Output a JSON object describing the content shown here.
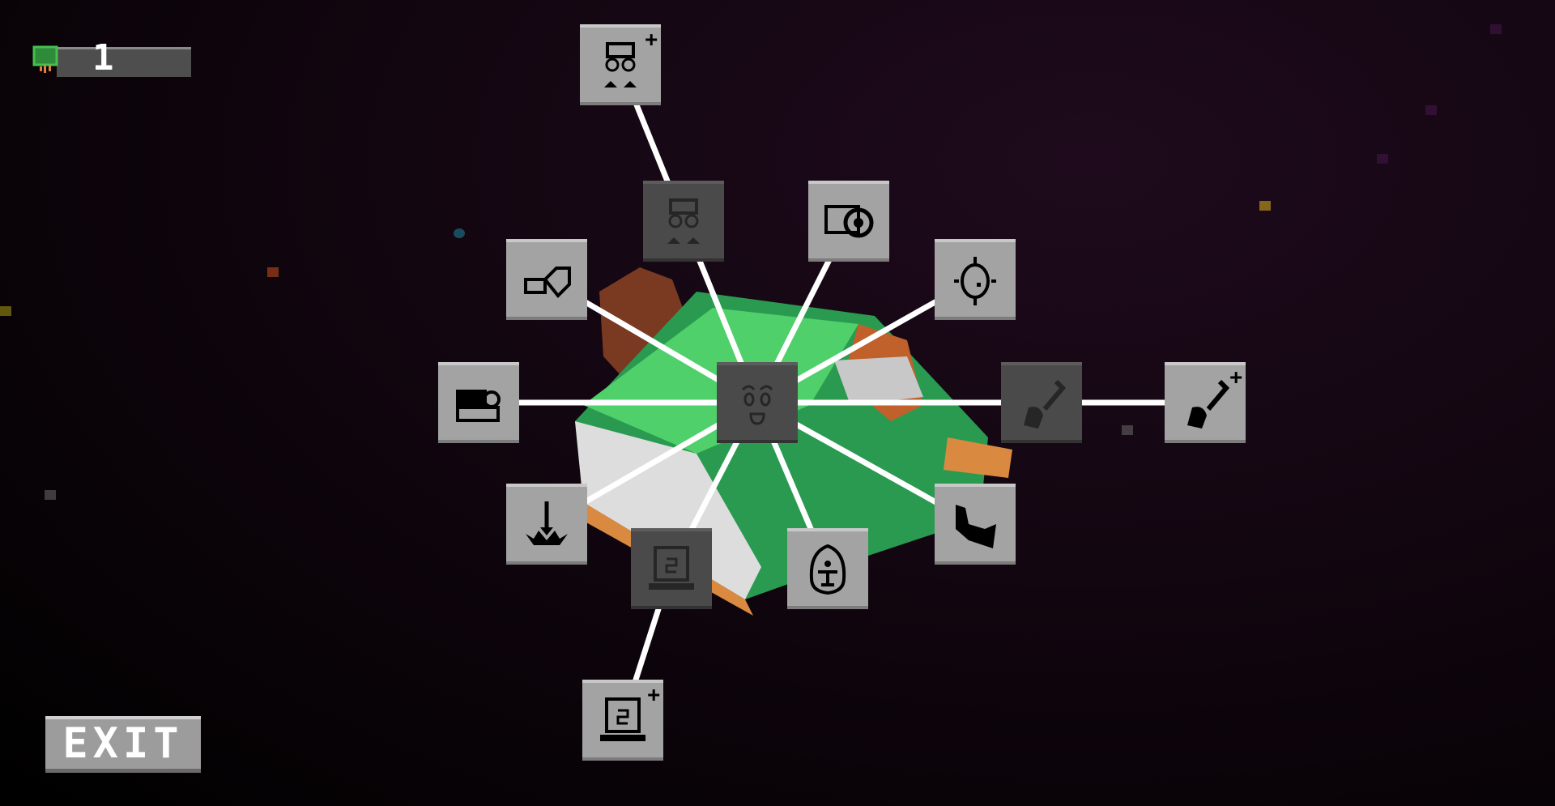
{
  "hud": {
    "counter_icon": "tree-icon",
    "counter_value": "1"
  },
  "exit_label": "EXIT",
  "center_node": {
    "id": "face",
    "icon": "smiling-face-icon",
    "state": "locked"
  },
  "nodes": [
    {
      "id": "goggles-plus",
      "icon": "goggles-icon",
      "state": "available",
      "plus": "+"
    },
    {
      "id": "goggles",
      "icon": "goggles-icon",
      "state": "locked"
    },
    {
      "id": "camera",
      "icon": "camera-icon",
      "state": "unlocked"
    },
    {
      "id": "mine",
      "icon": "mine-icon",
      "state": "unlocked"
    },
    {
      "id": "bullet",
      "icon": "bullet-icon",
      "state": "unlocked"
    },
    {
      "id": "binoculars",
      "icon": "binoculars-icon",
      "state": "unlocked"
    },
    {
      "id": "guitar",
      "icon": "guitar-icon",
      "state": "locked"
    },
    {
      "id": "guitar-plus",
      "icon": "guitar-icon",
      "state": "available",
      "plus": "+"
    },
    {
      "id": "drill",
      "icon": "drill-down-icon",
      "state": "unlocked"
    },
    {
      "id": "laptop",
      "icon": "laptop-icon",
      "state": "locked"
    },
    {
      "id": "person",
      "icon": "person-shield-icon",
      "state": "unlocked"
    },
    {
      "id": "glove",
      "icon": "glove-icon",
      "state": "unlocked"
    },
    {
      "id": "laptop-plus",
      "icon": "laptop-icon",
      "state": "available",
      "plus": "+"
    }
  ],
  "colors": {
    "tile": "#a3a3a3",
    "tile_locked": "#4a4a4a",
    "link": "#ffffff",
    "tank_green": "#3fbf5a"
  }
}
